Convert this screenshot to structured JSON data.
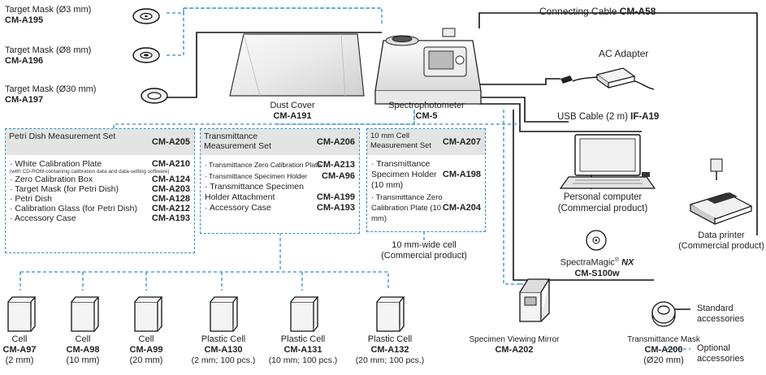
{
  "target_masks": [
    {
      "name": "Target Mask (Ø3 mm)",
      "code": "CM-A195"
    },
    {
      "name": "Target Mask (Ø8 mm)",
      "code": "CM-A196"
    },
    {
      "name": "Target Mask (Ø30 mm)",
      "code": "CM-A197"
    }
  ],
  "dust_cover": {
    "name": "Dust Cover",
    "code": "CM-A191"
  },
  "spectro": {
    "name": "Spectrophotometer",
    "code": "CM-5"
  },
  "connecting_cable": {
    "name": "Connecting Cable",
    "code": "CM-A58"
  },
  "ac_adapter": {
    "name": "AC Adapter"
  },
  "usb_cable": {
    "name": "USB Cable (2 m)",
    "code": "IF-A19"
  },
  "pc": {
    "name": "Personal computer",
    "note": "(Commercial product)"
  },
  "printer": {
    "name": "Data printer",
    "note": "(Commercial product)"
  },
  "software": {
    "brand": "SpectraMagic",
    "reg": "®",
    "suffix": "NX",
    "code": "CM-S100w"
  },
  "petri_set": {
    "title": "Petri Dish Measurement Set",
    "code": "CM-A205",
    "items": [
      {
        "name": "White Calibration Plate",
        "code": "CM-A210",
        "note": "(with CD-ROM containing calibration data and data-setting software)"
      },
      {
        "name": "Zero Calibration Box",
        "code": "CM-A124"
      },
      {
        "name": "Target Mask (for Petri Dish)",
        "code": "CM-A203"
      },
      {
        "name": "Petri Dish",
        "code": "CM-A128"
      },
      {
        "name": "Calibration Glass (for Petri Dish)",
        "code": "CM-A212"
      },
      {
        "name": "Accessory Case",
        "code": "CM-A193"
      }
    ]
  },
  "trans_set": {
    "title": "Transmittance Measurement Set",
    "code": "CM-A206",
    "items": [
      {
        "name": "Transmittance Zero Calibration Plate",
        "code": "CM-A213"
      },
      {
        "name": "Transmittance Specimen Holder",
        "code": "CM-A96"
      },
      {
        "name": "Transmittance Specimen Holder Attachment",
        "code": "CM-A199"
      },
      {
        "name": "Accessory Case",
        "code": "CM-A193"
      }
    ]
  },
  "cell_set": {
    "title": "10 mm Cell Measurement Set",
    "code": "CM-A207",
    "items": [
      {
        "name": "Transmittance Specimen Holder (10 mm)",
        "code": "CM-A198"
      },
      {
        "name": "Transmittance Zero Calibration Plate (10 mm)",
        "code": "CM-A204"
      }
    ]
  },
  "wide_cell": {
    "name": "10 mm-wide cell",
    "note": "(Commercial product)"
  },
  "cells": [
    {
      "name": "Cell",
      "code": "CM-A97",
      "size": "(2 mm)"
    },
    {
      "name": "Cell",
      "code": "CM-A98",
      "size": "(10 mm)"
    },
    {
      "name": "Cell",
      "code": "CM-A99",
      "size": "(20 mm)"
    },
    {
      "name": "Plastic Cell",
      "code": "CM-A130",
      "size": "(2 mm; 100 pcs.)"
    },
    {
      "name": "Plastic Cell",
      "code": "CM-A131",
      "size": "(10 mm; 100 pcs.)"
    },
    {
      "name": "Plastic Cell",
      "code": "CM-A132",
      "size": "(20 mm; 100 pcs.)"
    }
  ],
  "mirror": {
    "name": "Specimen Viewing Mirror",
    "code": "CM-A202"
  },
  "trans_mask": {
    "name": "Transmittance Mask",
    "code": "CM-A200",
    "size": "(Ø20 mm)"
  },
  "legend": {
    "standard": "Standard accessories",
    "optional": "Optional accessories"
  },
  "colors": {
    "optional_line": "#2a8fc9",
    "standard_line": "#111111",
    "header_bg": "#e4e4e4"
  }
}
